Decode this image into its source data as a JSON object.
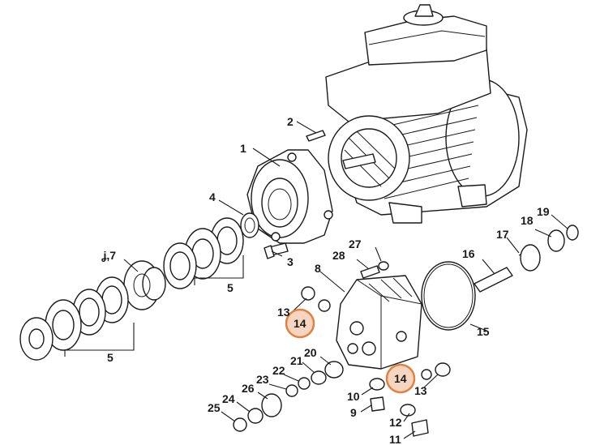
{
  "labels": {
    "p1": "1",
    "p2": "2",
    "p3": "3",
    "p4": "4",
    "p5a": "5",
    "p5b": "5",
    "p67": "ʝ,7",
    "p8": "8",
    "p9": "9",
    "p10": "10",
    "p11": "11",
    "p12": "12",
    "p13a": "13",
    "p13b": "13",
    "p14a": "14",
    "p14b": "14",
    "p15": "15",
    "p16": "16",
    "p17": "17",
    "p18": "18",
    "p19": "19",
    "p20": "20",
    "p21": "21",
    "p22": "22",
    "p23": "23",
    "p24": "24",
    "p25": "25",
    "p26": "26",
    "p27": "27",
    "p28": "28"
  },
  "colors": {
    "highlight_fill": "#f6d6c0",
    "highlight_stroke": "#e0813f",
    "line": "#1a1a1a"
  }
}
